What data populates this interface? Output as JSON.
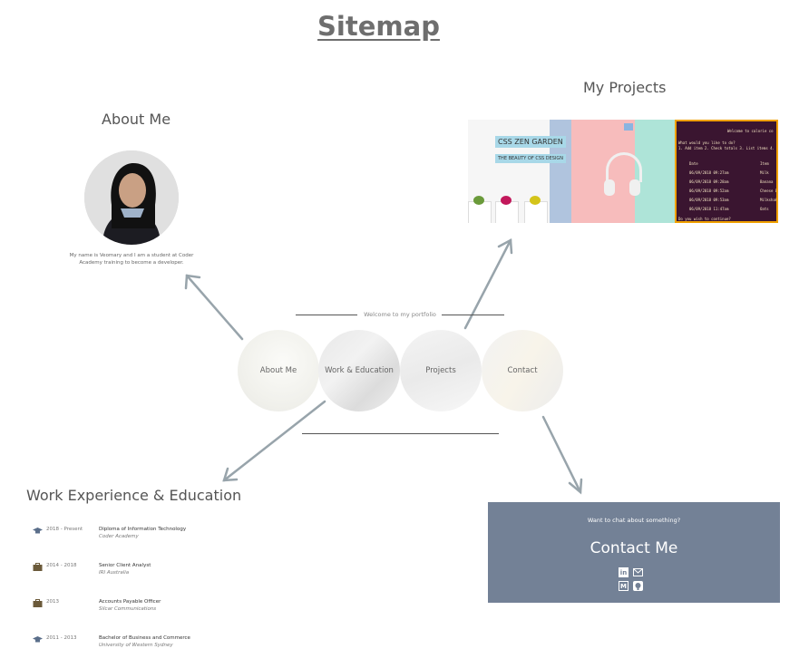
{
  "title": "Sitemap",
  "about": {
    "heading": "About Me",
    "text": "My name is Veomary and I am a student at Coder Academy training to become a developer."
  },
  "projects": {
    "heading": "My Projects",
    "zen_title": "CSS ZEN GARDEN",
    "zen_subtitle": "THE BEAUTY OF CSS DESIGN",
    "terminal_header": "Welcome to calorie co",
    "terminal_prompt": "What would you like to do?",
    "terminal_options": "1. Add item 2. Check totals 3. List items 4.",
    "terminal_col_date": "Date",
    "terminal_col_item": "Item",
    "terminal_rows": [
      {
        "date": "06/09/2018 09:27am",
        "item": "Milk"
      },
      {
        "date": "06/09/2018 09:28am",
        "item": "Banana"
      },
      {
        "date": "06/09/2018 09:52am",
        "item": "Cheese B"
      },
      {
        "date": "06/09/2018 09:53am",
        "item": "Milkshak"
      },
      {
        "date": "06/09/2018 11:47am",
        "item": "Oats"
      }
    ],
    "terminal_footer": "Do you wish to continue?"
  },
  "nav": {
    "welcome": "Welcome to my portfolio",
    "items": [
      "About Me",
      "Work & Education",
      "Projects",
      "Contact"
    ]
  },
  "work": {
    "heading": "Work Experience & Education",
    "items": [
      {
        "icon": "graduation-cap-icon",
        "dates": "2018 - Present",
        "title": "Diploma of Information Technology",
        "org": "Coder Academy"
      },
      {
        "icon": "briefcase-icon",
        "dates": "2014 - 2018",
        "title": "Senior Client Analyst",
        "org": "IRI Australia"
      },
      {
        "icon": "briefcase-icon",
        "dates": "2013",
        "title": "Accounts Payable Officer",
        "org": "Silcar Communications"
      },
      {
        "icon": "graduation-cap-icon",
        "dates": "2011 - 2013",
        "title": "Bachelor of Business and Commerce",
        "org": "University of Western Sydney"
      }
    ]
  },
  "contact": {
    "prompt": "Want to chat about something?",
    "title": "Contact Me",
    "icons": [
      "linkedin-icon",
      "email-icon",
      "medium-icon",
      "github-icon"
    ],
    "box_color": "#738196"
  },
  "colors": {
    "arrow": "#98a4ab",
    "title": "#6e6e6e"
  }
}
